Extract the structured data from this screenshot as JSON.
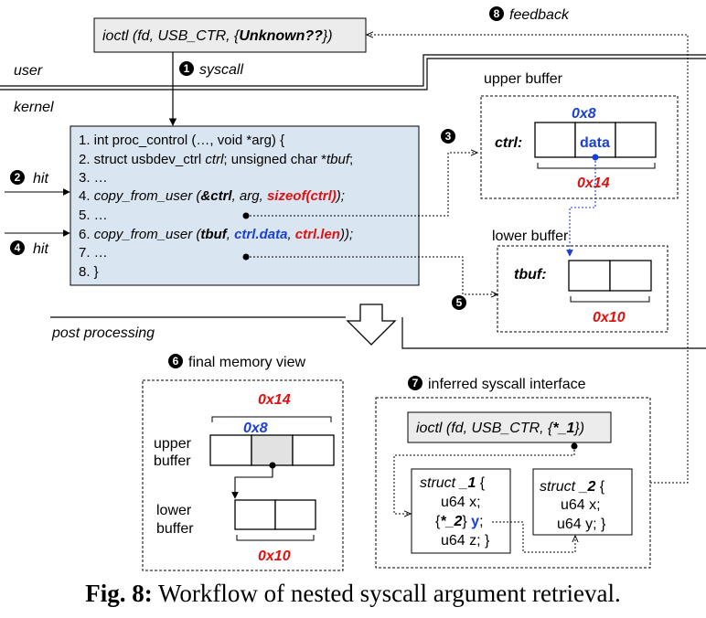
{
  "top_call": {
    "prefix": "ioctl (fd,  USB_CTR, {",
    "unknown": "Unknown??",
    "suffix": "})"
  },
  "labels": {
    "user": "user",
    "kernel": "kernel",
    "post_processing": "post processing",
    "hit1": "hit",
    "hit2": "hit",
    "syscall": "syscall",
    "feedback": "feedback",
    "upper_buffer_title": "upper buffer",
    "lower_buffer_title": "lower buffer",
    "final_memory_view": "final memory view",
    "inferred_interface": "inferred syscall interface",
    "ctrl": "ctrl:",
    "tbuf": "tbuf:",
    "data": "data",
    "ub_0x8": "0x8",
    "ub_0x14": "0x14",
    "lb_0x10": "0x10",
    "fm_0x14": "0x14",
    "fm_0x8": "0x8",
    "fm_upper1": "upper",
    "fm_upper2": "buffer",
    "fm_lower1": "lower",
    "fm_lower2": "buffer",
    "fm_0x10": "0x10"
  },
  "steps": {
    "s1": "1",
    "s2": "2",
    "s3": "3",
    "s4": "4",
    "s5": "5",
    "s6": "6",
    "s7": "7",
    "s8": "8"
  },
  "code": {
    "l1": "1. int proc_control (…, void *arg) {",
    "l2a": "2.   struct usbdev_ctrl ",
    "l2b": "ctrl",
    "l2c": "; unsigned char *",
    "l2d": "tbuf",
    "l2e": ";",
    "l3": "3.     …",
    "l4a": "4.   ",
    "l4b": "copy_from_user (",
    "l4c": "&ctrl",
    "l4d": ", arg, ",
    "l4e": "sizeof(ctrl)",
    "l4f": ");",
    "l5": "5.     …",
    "l6a": "6.   ",
    "l6b": "copy_from_user (",
    "l6c": "tbuf",
    "l6d": ", ",
    "l6e": "ctrl.data",
    "l6f": ", ",
    "l6g": "ctrl.len",
    "l6h": "));",
    "l7": "7.     …",
    "l8": "8. }"
  },
  "inferred": {
    "call_prefix": "ioctl (fd, USB_CTR, {",
    "call_ptr": "*_1",
    "call_suffix": "})",
    "s1_head_a": "struct ",
    "s1_head_b": "_1",
    "s1_head_c": " {",
    "s1_f1": "u64 x;",
    "s1_f2a": "{",
    "s1_f2b": "*_2",
    "s1_f2c": "} ",
    "s1_f2d": "y",
    "s1_f2e": ";",
    "s1_f3": "u64 z; }",
    "s2_head_a": "struct ",
    "s2_head_b": "_2",
    "s2_head_c": " {",
    "s2_f1": "u64 x;",
    "s2_f2": "u64 y; }"
  },
  "caption": {
    "fig": "Fig. 8:",
    "text": " Workflow of nested syscall argument retrieval."
  },
  "colors": {
    "code_bg": "#dae5f2",
    "call_bg": "#ececec",
    "highlight_cell": "#e2e2e2",
    "red": "#e01010",
    "blue": "#1a3fd6"
  }
}
